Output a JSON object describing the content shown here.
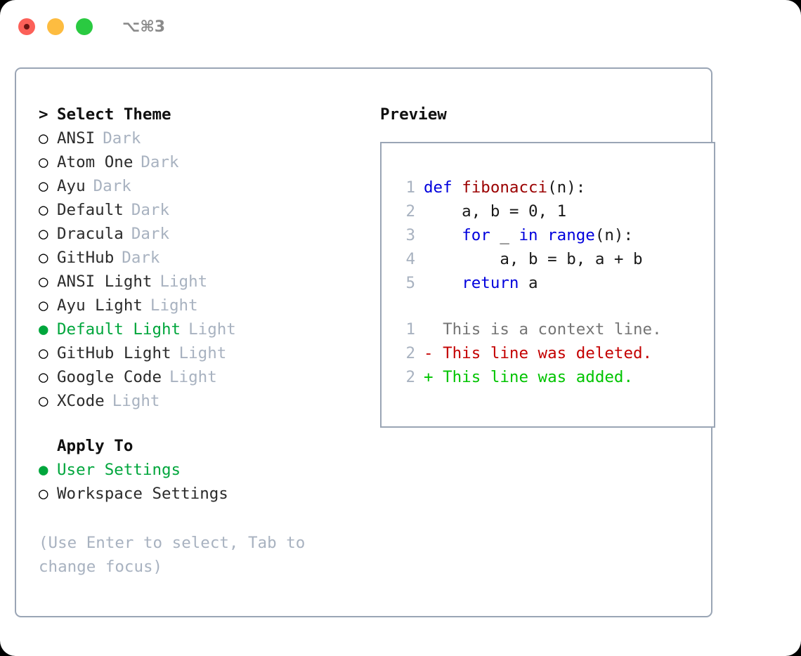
{
  "titlebar": {
    "shortcut": "⌥⌘3",
    "buttons": [
      {
        "name": "close",
        "color": "#FC6058"
      },
      {
        "name": "minimize",
        "color": "#FDBC40"
      },
      {
        "name": "maximize",
        "color": "#2ACA41"
      }
    ]
  },
  "theme_picker": {
    "header_marker": ">",
    "header_label": "Select Theme",
    "unselected_marker": "○",
    "selected_marker": "●",
    "items": [
      {
        "name": "ANSI",
        "mode": "Dark",
        "selected": false
      },
      {
        "name": "Atom One",
        "mode": "Dark",
        "selected": false
      },
      {
        "name": "Ayu",
        "mode": "Dark",
        "selected": false
      },
      {
        "name": "Default",
        "mode": "Dark",
        "selected": false
      },
      {
        "name": "Dracula",
        "mode": "Dark",
        "selected": false
      },
      {
        "name": "GitHub",
        "mode": "Dark",
        "selected": false
      },
      {
        "name": "ANSI Light",
        "mode": "Light",
        "selected": false
      },
      {
        "name": "Ayu Light",
        "mode": "Light",
        "selected": false
      },
      {
        "name": "Default Light",
        "mode": "Light",
        "selected": true
      },
      {
        "name": "GitHub Light",
        "mode": "Light",
        "selected": false
      },
      {
        "name": "Google Code",
        "mode": "Light",
        "selected": false
      },
      {
        "name": "XCode",
        "mode": "Light",
        "selected": false
      }
    ]
  },
  "apply_to": {
    "title": "Apply To",
    "items": [
      {
        "label": "User Settings",
        "selected": true
      },
      {
        "label": "Workspace Settings",
        "selected": false
      }
    ]
  },
  "hint": "(Use Enter to select, Tab to change focus)",
  "preview": {
    "title": "Preview",
    "code_lines": [
      {
        "no": "1",
        "tokens": [
          {
            "t": "def ",
            "c": "kw"
          },
          {
            "t": "fibonacci",
            "c": "fn"
          },
          {
            "t": "(n):",
            "c": "pl"
          }
        ]
      },
      {
        "no": "2",
        "tokens": [
          {
            "t": "    a, b = 0, 1",
            "c": "pl"
          }
        ]
      },
      {
        "no": "3",
        "tokens": [
          {
            "t": "    ",
            "c": "pl"
          },
          {
            "t": "for",
            "c": "kw"
          },
          {
            "t": " _ ",
            "c": "pl"
          },
          {
            "t": "in",
            "c": "kw"
          },
          {
            "t": " ",
            "c": "pl"
          },
          {
            "t": "range",
            "c": "kw"
          },
          {
            "t": "(n):",
            "c": "pl"
          }
        ]
      },
      {
        "no": "4",
        "tokens": [
          {
            "t": "        a, b = b, a + b",
            "c": "pl"
          }
        ]
      },
      {
        "no": "5",
        "tokens": [
          {
            "t": "    ",
            "c": "pl"
          },
          {
            "t": "return",
            "c": "kw"
          },
          {
            "t": " a",
            "c": "pl"
          }
        ]
      }
    ],
    "diff_lines": [
      {
        "no": "1",
        "text": "  This is a context line.",
        "kind": "ctx"
      },
      {
        "no": "2",
        "text": "- This line was deleted.",
        "kind": "del"
      },
      {
        "no": "2",
        "text": "+ This line was added.",
        "kind": "add"
      }
    ]
  },
  "colors": {
    "accent_green": "#00A63C",
    "border": "#9AA5B5",
    "muted": "#A8B2C0",
    "keyword": "#0000DD",
    "function": "#9B0000",
    "diff_added": "#00C400",
    "diff_deleted": "#C40000",
    "diff_context": "#757575"
  }
}
